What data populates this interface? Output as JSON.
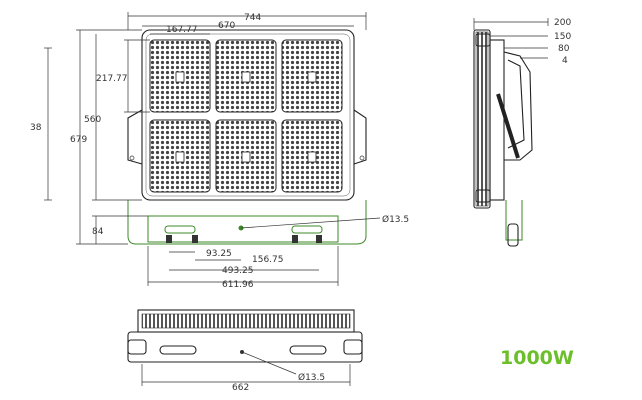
{
  "model_label": "1000W",
  "front_view": {
    "dims": {
      "overall_width": "744",
      "inner_width": "670",
      "module_width": "167.77",
      "module_height": "217.77",
      "height_38": "38",
      "height_560": "560",
      "height_679": "679",
      "bracket_84": "84",
      "hole_dia": "Ø13.5",
      "hole_93": "93.25",
      "hole_156": "156.75",
      "hole_493": "493.25",
      "hole_611": "611.96"
    }
  },
  "side_view": {
    "dims": {
      "d200": "200",
      "d150": "150",
      "d80": "80",
      "d4": "4"
    }
  },
  "bottom_view": {
    "dims": {
      "width_662": "662",
      "hole_dia": "Ø13.5"
    }
  },
  "colors": {
    "accent_label": "#6bbf2a",
    "bracket_line": "#3c8a2a"
  }
}
